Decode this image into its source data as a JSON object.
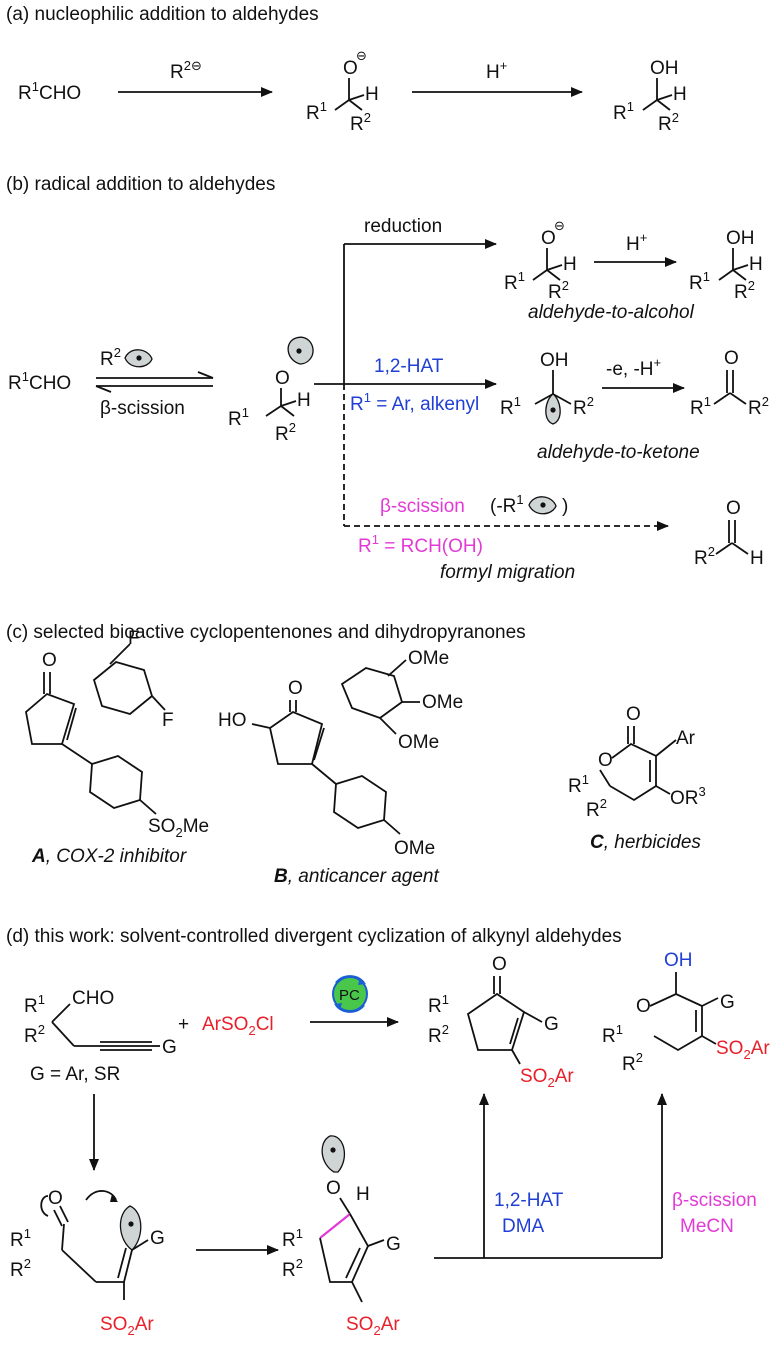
{
  "sections": {
    "a": {
      "title": "(a) nucleophilic addition to aldehydes"
    },
    "b": {
      "title": "(b) radical addition to aldehydes"
    },
    "c": {
      "title": "(c) selected bioactive cyclopentenones and dihydropyranones"
    },
    "d": {
      "title": "(d) this work: solvent-controlled divergent cyclization of alkynyl aldehydes"
    }
  },
  "a": {
    "start_main": "R",
    "start_sup": "1",
    "start_rest": "CHO",
    "arrow1_main": "R",
    "arrow1_sup": "2⊖",
    "arrow2_main": "H",
    "arrow2_sup": "+"
  },
  "b": {
    "start_main": "R",
    "start_sup": "1",
    "start_rest": "CHO",
    "beta_scission_left": "β-scission",
    "reduction": "reduction",
    "h_plus_main": "H",
    "h_plus_sup": "+",
    "aldehyde_to_alcohol": "aldehyde-to-alcohol",
    "hat_label": "1,2-HAT",
    "hat_cond_main": "R",
    "hat_cond_sup": "1",
    "hat_cond_rest": " = Ar, alkenyl",
    "oxidation_label": "-e, -H",
    "oxidation_sup": "+",
    "aldehyde_to_ketone": "aldehyde-to-ketone",
    "beta_scission_label": "β-scission",
    "beta_scission_paren_open": "(-R",
    "beta_scission_paren_sup": "1",
    "beta_scission_paren_close": ")",
    "beta_cond_main": "R",
    "beta_cond_sup": "1",
    "beta_cond_rest": " = RCH(OH)",
    "formyl_migration": "formyl migration"
  },
  "c": {
    "A_letter": "A",
    "A_desc": ", COX-2 inhibitor",
    "B_letter": "B",
    "B_desc": ", anticancer agent",
    "C_letter": "C",
    "C_desc": ", herbicides",
    "F": "F",
    "SO2Me_main": "SO",
    "SO2Me_sub": "2",
    "SO2Me_rest": "Me",
    "HO": "HO",
    "OMe": "OMe",
    "Ar": "Ar",
    "OR3_main": "OR",
    "OR3_sup": "3"
  },
  "d": {
    "CHO": "CHO",
    "G": "G",
    "G_def": "G = Ar, SR",
    "plus": "+",
    "ArSO2Cl_main": "ArSO",
    "ArSO2Cl_sub": "2",
    "ArSO2Cl_rest": "Cl",
    "PC": "PC",
    "SO2Ar_main": "SO",
    "SO2Ar_sub": "2",
    "SO2Ar_rest": "Ar",
    "OH": "OH",
    "hat_label": "1,2-HAT",
    "dma": "DMA",
    "beta_label": "β-scission",
    "mecn": "MeCN"
  },
  "common": {
    "R": "R",
    "one": "1",
    "two": "2",
    "O": "O",
    "H": "H",
    "OH": "OH",
    "minus": "⊖"
  },
  "colors": {
    "red": "#e8202a",
    "blue": "#1f3fd6",
    "pink": "#e23ad6",
    "pc_green": "#49c74b",
    "pc_ring": "#1b5fd3",
    "radical_lobe": "#cfd4d4"
  }
}
